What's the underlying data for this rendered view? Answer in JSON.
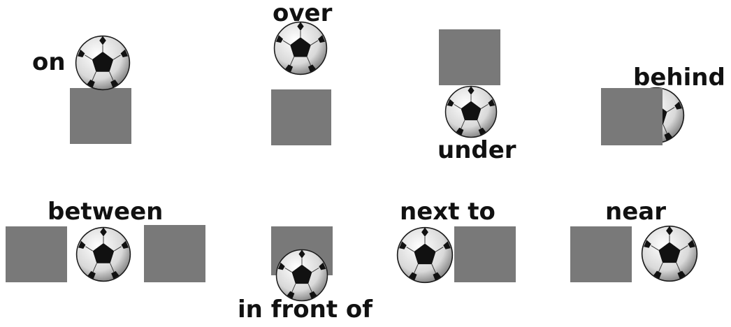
{
  "labels": {
    "on": "on",
    "over": "over",
    "under": "under",
    "behind": "behind",
    "between": "between",
    "in_front_of": "in front of",
    "next_to": "next to",
    "near": "near"
  },
  "colors": {
    "box": "#797979",
    "text": "#111111",
    "ball_patch": "#111111",
    "ball_base": "#e8e8e8"
  },
  "icons": [
    "soccer-ball-icon",
    "gray-square"
  ]
}
